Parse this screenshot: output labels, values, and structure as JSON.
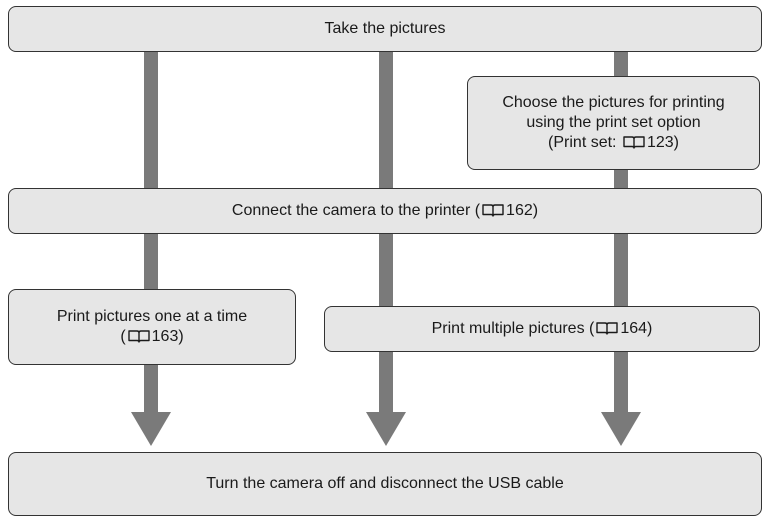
{
  "steps": {
    "take": {
      "text": "Take the pictures"
    },
    "choose": {
      "line1": "Choose the pictures for printing",
      "line2": "using the print set option",
      "line3_prefix": "(Print set: ",
      "line3_suffix": "123)"
    },
    "connect": {
      "prefix": "Connect the camera to the printer (",
      "suffix": "162)"
    },
    "one_at_a_time": {
      "line1": "Print pictures one at a time",
      "line2_prefix": "(",
      "line2_suffix": "163)"
    },
    "multiple": {
      "prefix": "Print multiple pictures (",
      "suffix": "164)"
    },
    "turn_off": {
      "text": "Turn the camera off and disconnect the USB cable"
    }
  },
  "icons": {
    "page_reference": "book-icon"
  },
  "colors": {
    "box_fill": "#e6e6e6",
    "box_border": "#333333",
    "connector": "#7a7a7a"
  }
}
